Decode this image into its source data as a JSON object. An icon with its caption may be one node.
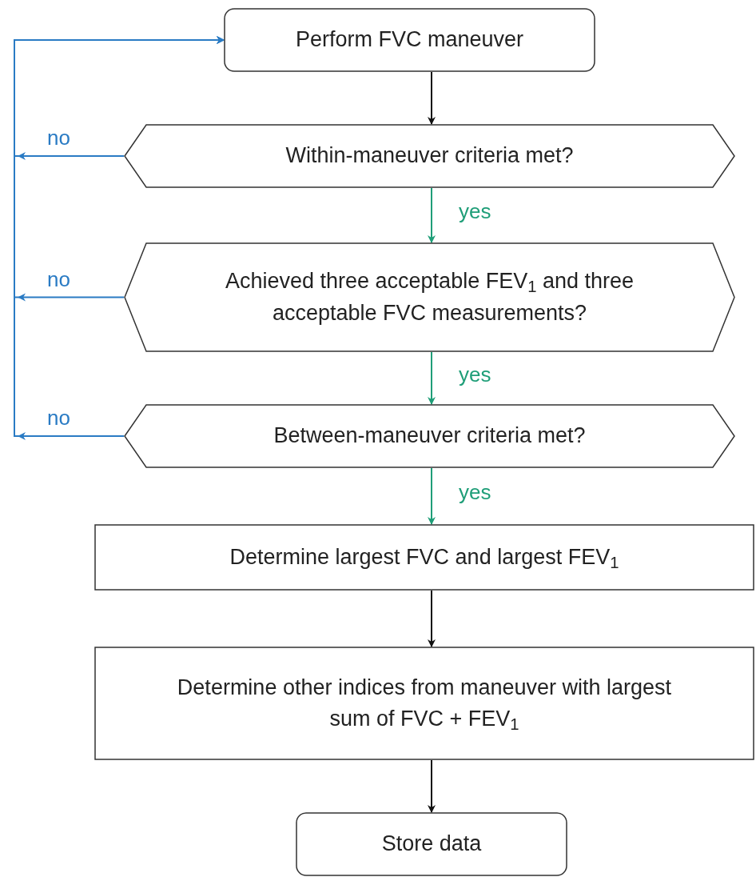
{
  "diagram": {
    "nodes": [
      {
        "text": [
          "Perform FVC maneuver"
        ]
      },
      {
        "text": [
          "Within-maneuver criteria met?"
        ]
      },
      {
        "text": [
          "Achieved three acceptable FEV$_{1}$ and three acceptable FVC measurements?"
        ]
      },
      {
        "text": [
          "Between-maneuver criteria met?"
        ]
      },
      {
        "text": [
          "Determine largest FVC and largest FEV$_{1}$"
        ]
      },
      {
        "text": [
          "Determine other indices from maneuver with largest sum of FVC + FEV$_{1}$"
        ]
      },
      {
        "text": [
          "Store data"
        ]
      }
    ],
    "edges": [
      {
        "from": 0,
        "to": 1,
        "arrow": "to"
      },
      {
        "from": 1,
        "to": 2,
        "arrow": "to",
        "label": "yes",
        "color": "#1f9e78"
      },
      {
        "from": 2,
        "to": 3,
        "arrow": "to",
        "label": "yes",
        "color": "#1f9e78"
      },
      {
        "from": 3,
        "to": 4,
        "arrow": "to",
        "label": "yes",
        "color": "#1f9e78"
      },
      {
        "from": 4,
        "to": 5,
        "arrow": "to"
      },
      {
        "from": 5,
        "to": 6,
        "arrow": "to"
      },
      {
        "from": 1,
        "to": 0,
        "arrow": "to",
        "label": "no",
        "color": "#2a7bc4"
      },
      {
        "from": 2,
        "to": 0,
        "arrow": "to",
        "label": "no",
        "color": "#2a7bc4"
      },
      {
        "from": 3,
        "to": 0,
        "arrow": "to",
        "label": "no",
        "color": "#2a7bc4"
      }
    ]
  }
}
